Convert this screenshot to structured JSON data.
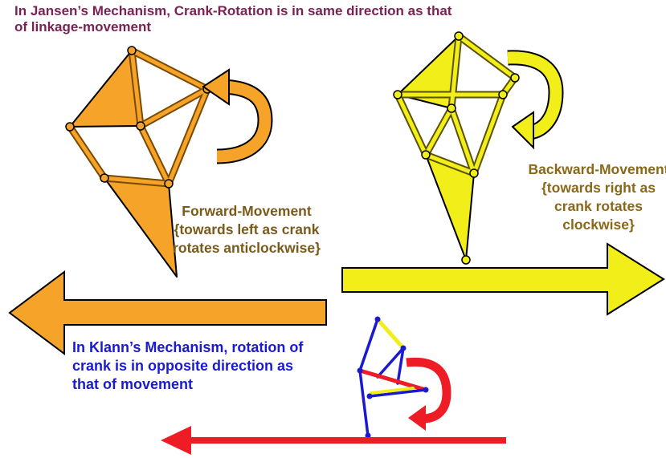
{
  "top_caption": "In Jansen’s Mechanism, Crank-Rotation is in same direction as that of linkage-movement",
  "forward_caption": "Forward-Movement {towards left as crank rotates anticlockwise}",
  "backward_caption": "Backward-Movement {towards right as crank rotates clockwise}",
  "klann_caption": "In Klann’s Mechanism, rotation of crank is in opposite direction as that of movement",
  "colors": {
    "top_caption": "#7a2352",
    "forward_caption": "#7a5a1a",
    "backward_caption": "#8a6818",
    "klann_caption": "#1a1ad0",
    "jansen_orange": "#f5a329",
    "jansen_yellow": "#f2ee1a",
    "klann_red": "#ee1c24",
    "klann_blue": "#1a1ad0"
  }
}
